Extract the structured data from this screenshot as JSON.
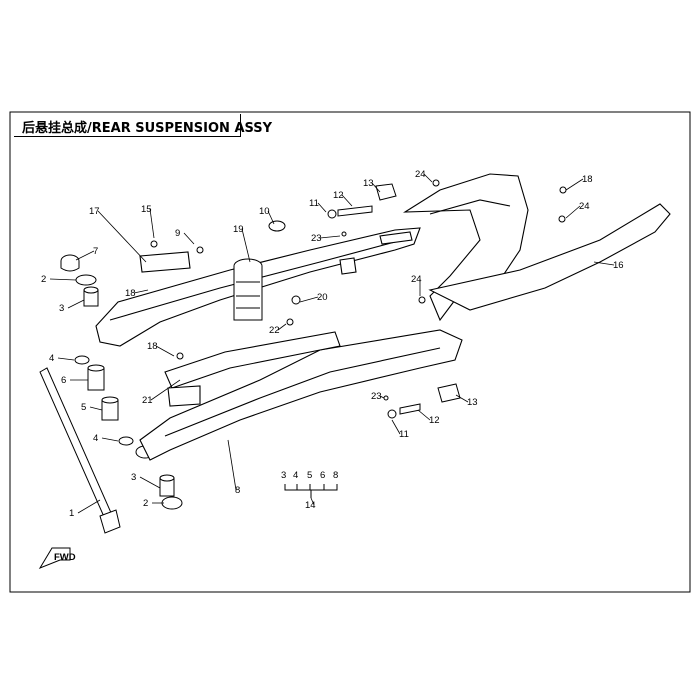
{
  "title": "后悬挂总成/REAR SUSPENSION  ASSY",
  "parts": [
    {
      "number": "1"
    },
    {
      "number": "2"
    },
    {
      "number": "2"
    },
    {
      "number": "3"
    },
    {
      "number": "3"
    },
    {
      "number": "4"
    },
    {
      "number": "4"
    },
    {
      "number": "5"
    },
    {
      "number": "6"
    },
    {
      "number": "7"
    },
    {
      "number": "8"
    },
    {
      "number": "9"
    },
    {
      "number": "10"
    },
    {
      "number": "11"
    },
    {
      "number": "11"
    },
    {
      "number": "12"
    },
    {
      "number": "12"
    },
    {
      "number": "13"
    },
    {
      "number": "13"
    },
    {
      "number": "14"
    },
    {
      "number": "15"
    },
    {
      "number": "16"
    },
    {
      "number": "17"
    },
    {
      "number": "18"
    },
    {
      "number": "18"
    },
    {
      "number": "18"
    },
    {
      "number": "19"
    },
    {
      "number": "20"
    },
    {
      "number": "21"
    },
    {
      "number": "22"
    },
    {
      "number": "23"
    },
    {
      "number": "23"
    },
    {
      "number": "24"
    },
    {
      "number": "24"
    },
    {
      "number": "24"
    }
  ],
  "kit_group": {
    "members": [
      "3",
      "4",
      "5",
      "6",
      "8"
    ],
    "total": "14"
  },
  "fwd_label": "FWD"
}
